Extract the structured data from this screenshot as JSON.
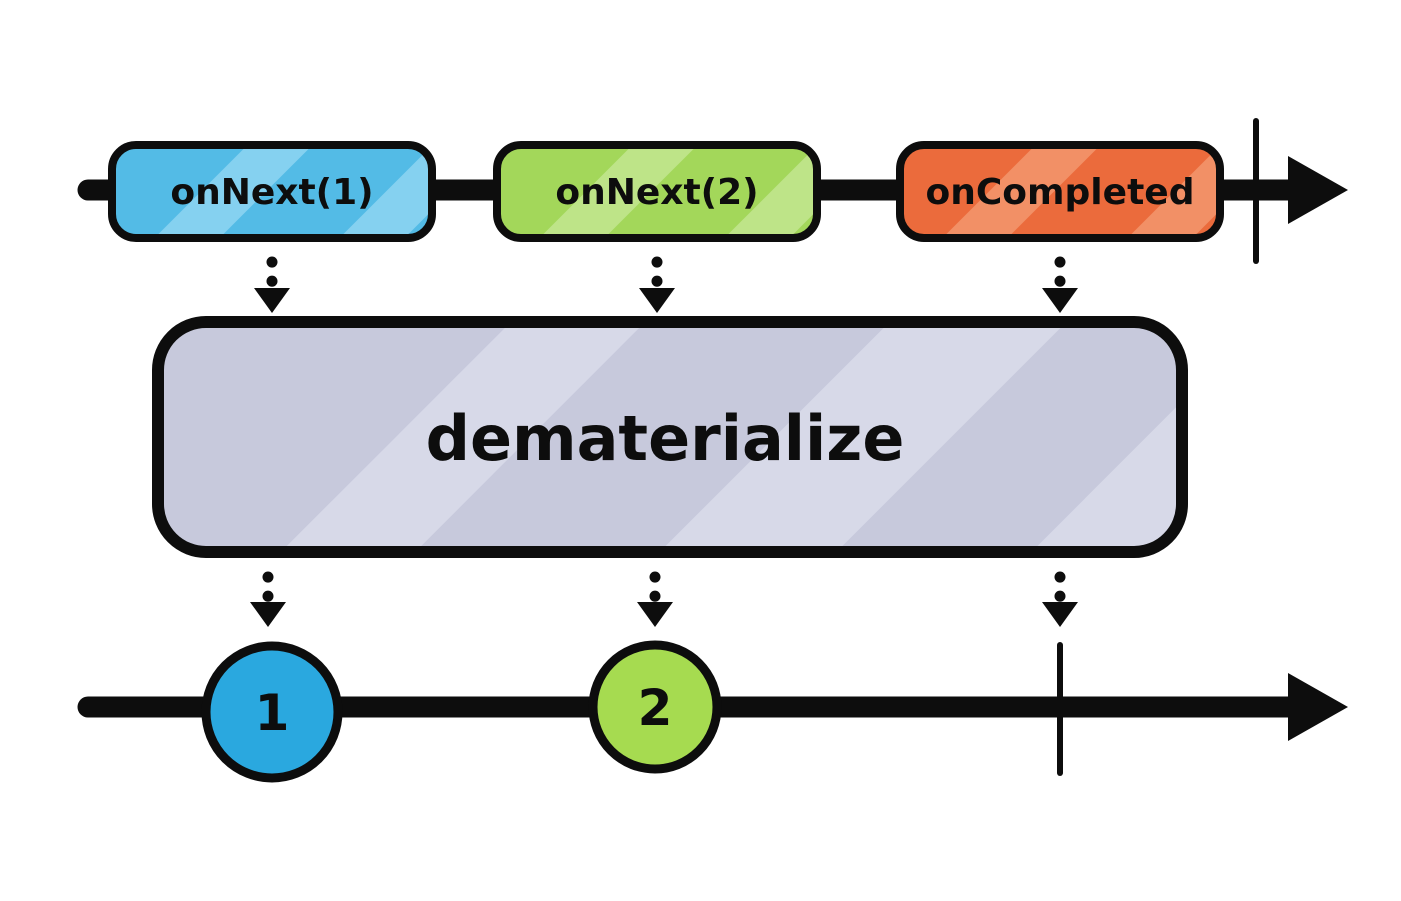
{
  "diagram": {
    "operator": {
      "label": "dematerialize",
      "fill": "#C7C9DC",
      "stripe": "#D7D9E8"
    },
    "source_timeline": {
      "events": [
        {
          "label": "onNext(1)",
          "color": "#53BBE6",
          "stripe": "#85D1F0"
        },
        {
          "label": "onNext(2)",
          "color": "#A3D75A",
          "stripe": "#BEE488"
        },
        {
          "label": "onCompleted",
          "color": "#EB6B3C",
          "stripe": "#F29066"
        }
      ],
      "completed": true
    },
    "output_timeline": {
      "marbles": [
        {
          "label": "1",
          "color": "#2AA8DF"
        },
        {
          "label": "2",
          "color": "#A6DB50"
        }
      ],
      "completed": true
    },
    "colors": {
      "line": "#0D0D0D",
      "background": "#FFFFFF"
    }
  }
}
